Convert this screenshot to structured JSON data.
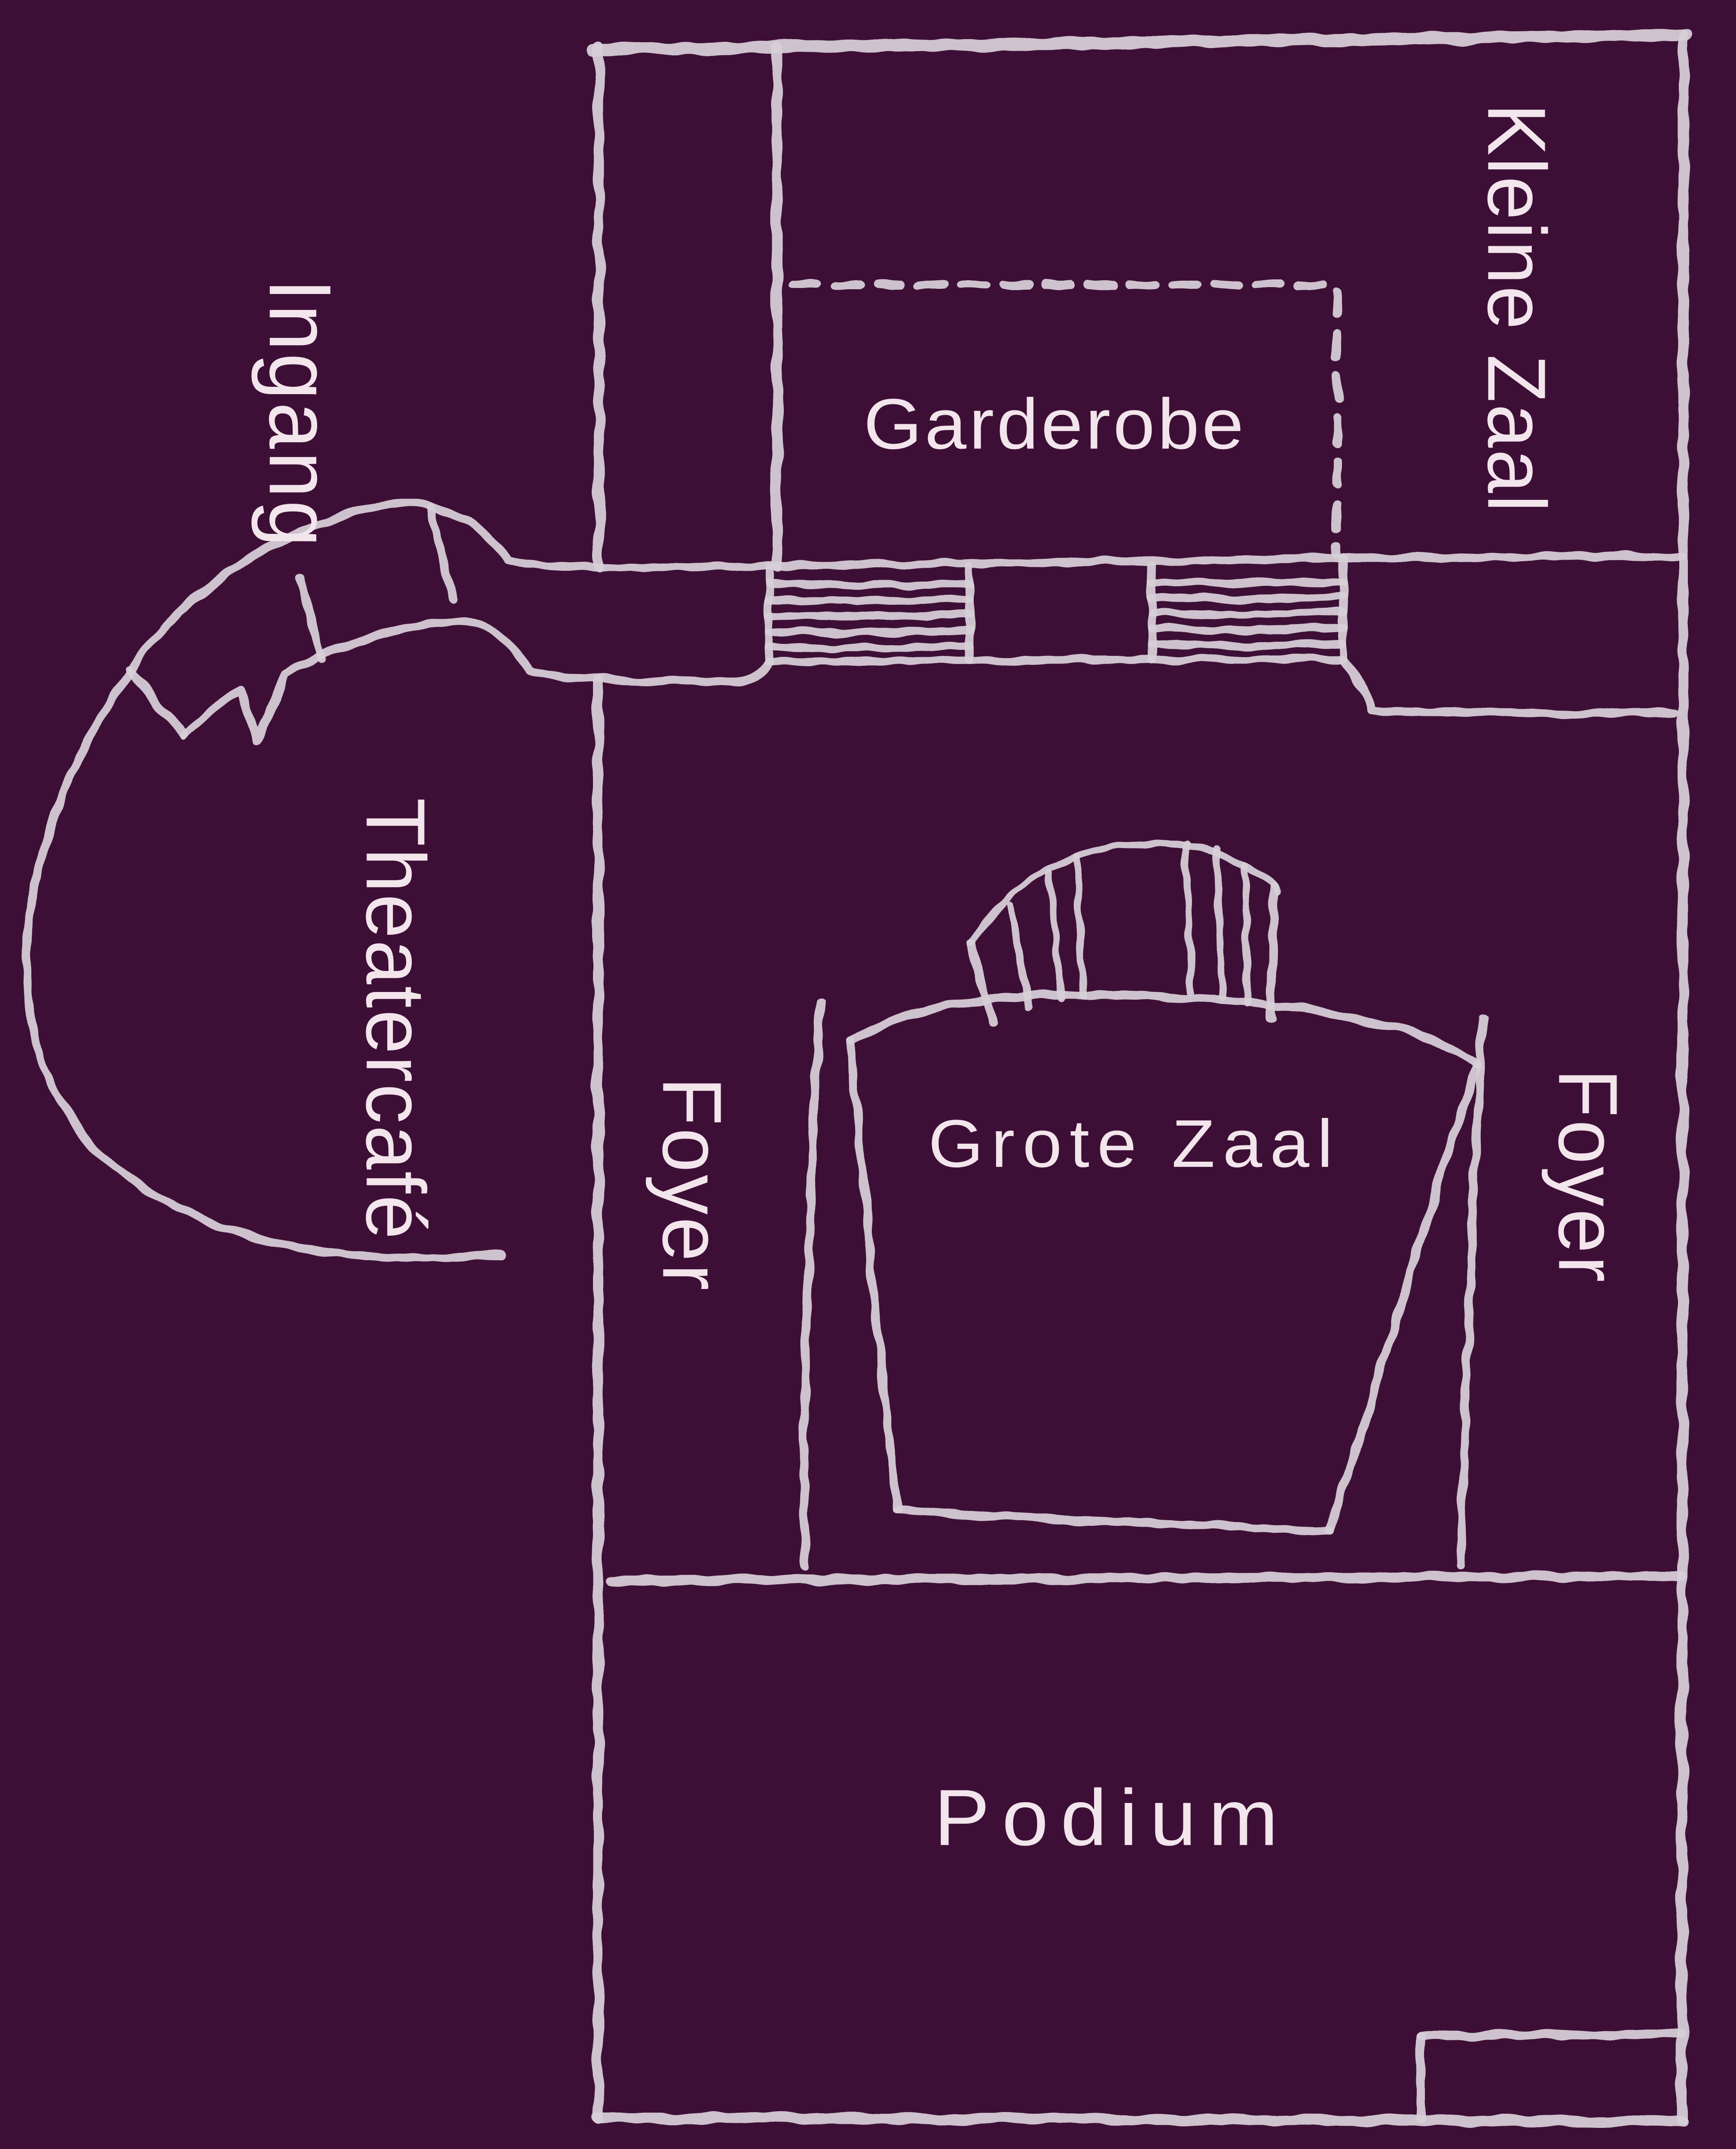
{
  "map": {
    "colors": {
      "background": "#3E0F36",
      "line": "#D8D0D8",
      "text": "#F2E5EC"
    },
    "labels": {
      "ingang": "Ingang",
      "kleine_zaal": "Kleine Zaal",
      "garderobe": "Garderobe",
      "theatercafe": "Theatercafé",
      "foyer_left": "Foyer",
      "grote_zaal": "Grote Zaal",
      "foyer_right": "Foyer",
      "podium": "Podium"
    }
  }
}
